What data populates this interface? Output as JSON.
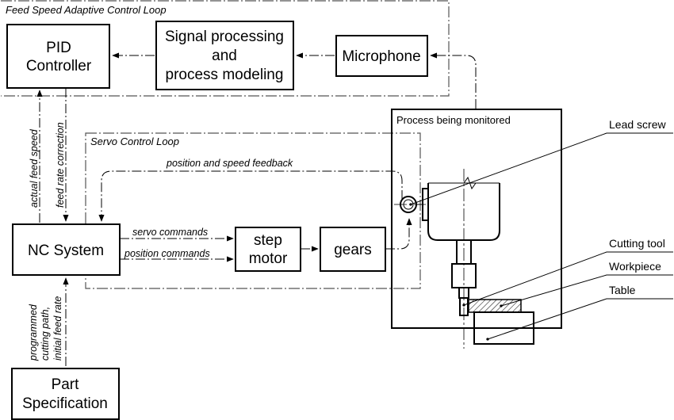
{
  "frames": {
    "feed_loop": "Feed Speed Adaptive Control Loop",
    "servo_loop": "Servo Control Loop",
    "process": "Process being monitored"
  },
  "blocks": {
    "pid": [
      "PID",
      "Controller"
    ],
    "signal": [
      "Signal processing",
      "and",
      "process modeling"
    ],
    "microphone": "Microphone",
    "nc": "NC System",
    "step_motor": [
      "step",
      "motor"
    ],
    "gears": "gears",
    "part": [
      "Part",
      "Specification"
    ]
  },
  "signals": {
    "feedback": "position and speed feedback",
    "servo_commands": "servo commands",
    "position_commands": "position commands",
    "actual_speed": "actual feed speed",
    "feed_correction": "feed rate correction",
    "programmed": [
      "programmed",
      "cutting path,",
      "initial feed rate"
    ]
  },
  "callouts": {
    "lead_screw": "Lead screw",
    "cutting_tool": "Cutting tool",
    "workpiece": "Workpiece",
    "table": "Table"
  }
}
